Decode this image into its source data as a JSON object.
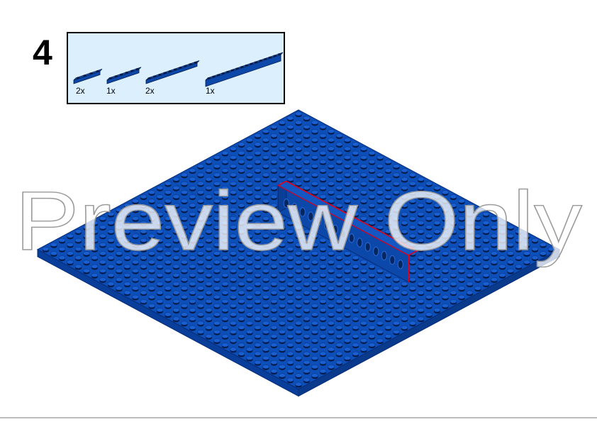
{
  "step": {
    "number": "4"
  },
  "parts": [
    {
      "qty": "2x",
      "part": "blue-technic-beam-short-icon"
    },
    {
      "qty": "1x",
      "part": "blue-technic-beam-medium-icon"
    },
    {
      "qty": "2x",
      "part": "blue-technic-beam-long-icon"
    },
    {
      "qty": "1x",
      "part": "blue-technic-brick-1x16-icon"
    }
  ],
  "watermark": {
    "text": "Preview Only"
  },
  "colors": {
    "brick_blue": "#0d4fb8",
    "brick_blue_dark": "#062c78",
    "callout_background": "#dbeffd",
    "highlight_red": "#e2001a",
    "watermark_fill": "#ffffff",
    "watermark_stroke": "#9a9a9a"
  }
}
